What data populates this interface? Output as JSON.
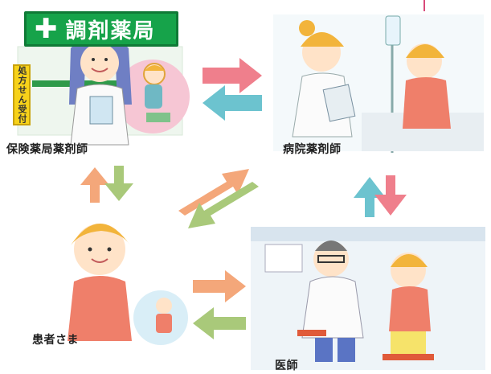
{
  "pharmacy_sign": {
    "icon": "cross-icon",
    "text": "調剤薬局"
  },
  "prescription_sign": {
    "text": "処方せん受付"
  },
  "nodes": {
    "pharmacist": "保険薬局薬剤師",
    "hospital_pharmacist": "病院薬剤師",
    "patient": "患者さま",
    "doctor": "医師"
  },
  "colors": {
    "pink_arrow": "#ef7f8c",
    "blue_arrow": "#6cc3cf",
    "orange_arrow": "#f4a77a",
    "green_arrow": "#a9c97a",
    "sign_green": "#16a34a"
  }
}
